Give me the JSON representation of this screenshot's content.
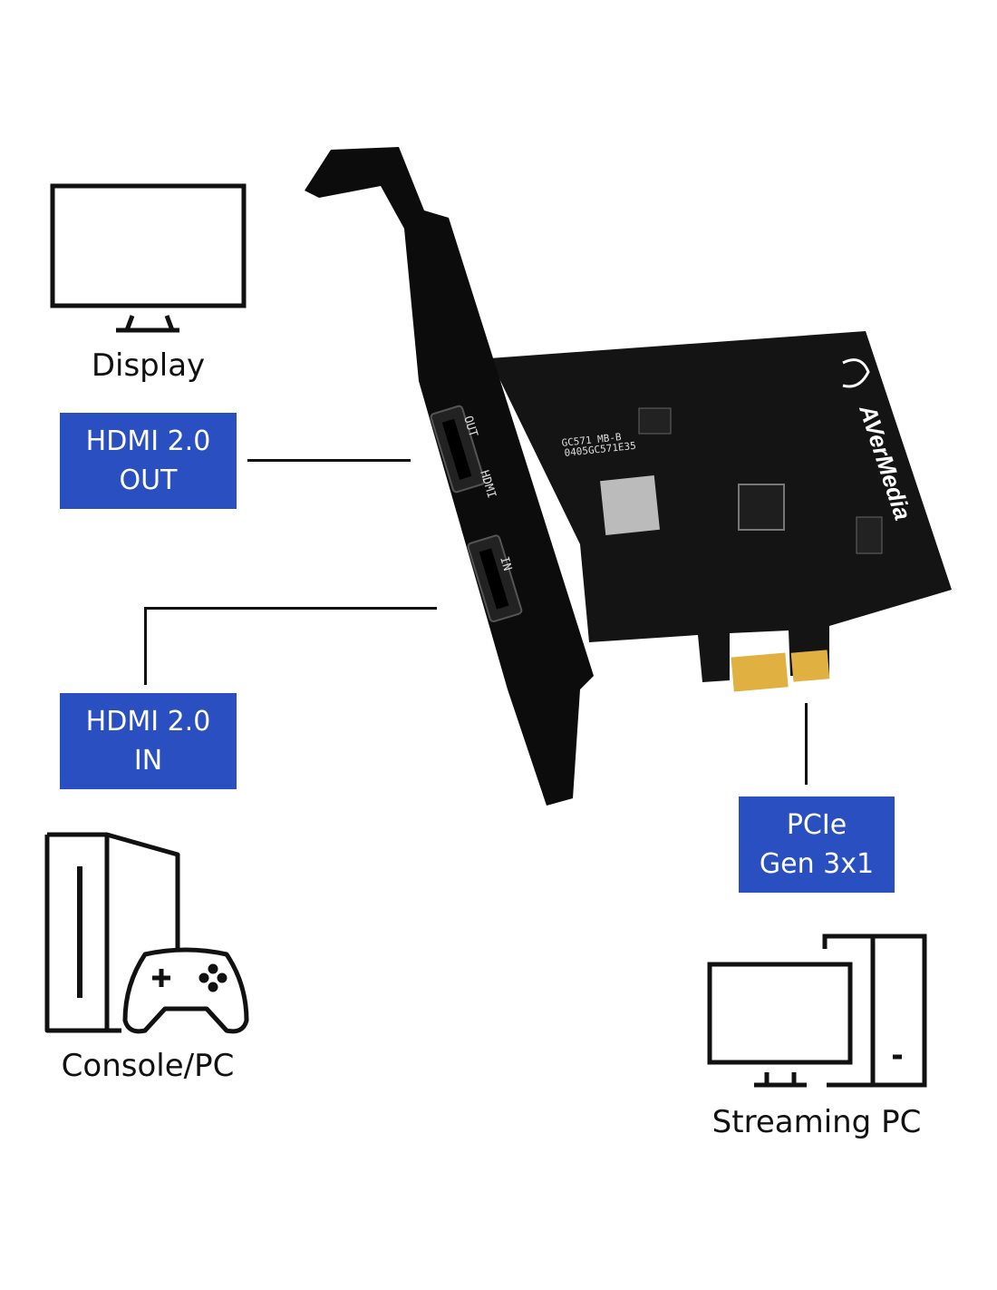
{
  "devices": {
    "display": {
      "label": "Display"
    },
    "console": {
      "label": "Console/PC"
    },
    "streaming": {
      "label": "Streaming PC"
    }
  },
  "ports": {
    "hdmi_out": {
      "line1": "HDMI 2.0",
      "line2": "OUT"
    },
    "hdmi_in": {
      "line1": "HDMI 2.0",
      "line2": "IN"
    },
    "pcie": {
      "line1": "PCIe",
      "line2": "Gen 3x1"
    }
  },
  "card": {
    "brand": "AVerMedia",
    "model_line1": "GC571    MB-B",
    "model_line2": "0405GC571E35",
    "bracket_out": "OUT",
    "bracket_hdmi": "HDMI",
    "bracket_in": "IN"
  },
  "colors": {
    "badge": "#2a4fc0",
    "ink": "#111111",
    "pcb": "#141414",
    "gold": "#e0b040"
  }
}
